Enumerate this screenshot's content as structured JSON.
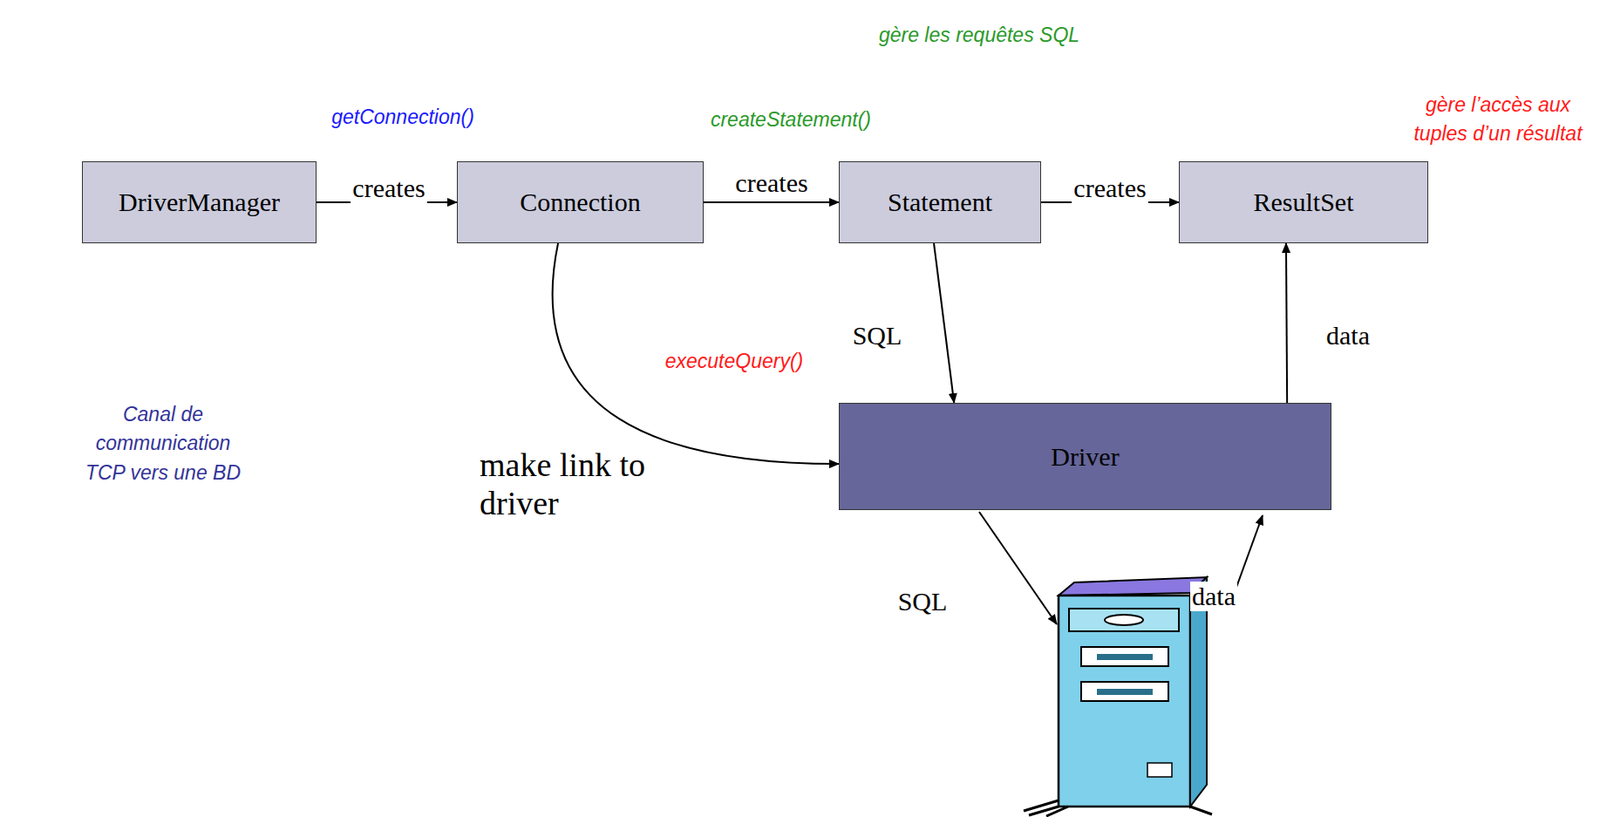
{
  "diagram": {
    "nodes": [
      {
        "text": [
          "DriverManager"
        ]
      },
      {
        "text": [
          "Connection"
        ]
      },
      {
        "text": [
          "Statement"
        ]
      },
      {
        "text": [
          "ResultSet"
        ]
      },
      {
        "text": [
          "Driver"
        ]
      }
    ],
    "edges": [
      {
        "from": 0,
        "to": 1,
        "arrow": "to",
        "label": "creates"
      },
      {
        "from": 1,
        "to": 2,
        "arrow": "to",
        "label": "creates"
      },
      {
        "from": 2,
        "to": 3,
        "arrow": "to",
        "label": "creates"
      },
      {
        "from": 1,
        "to": 4,
        "arrow": "to",
        "label": "make link to driver"
      },
      {
        "from": 2,
        "to": 4,
        "arrow": "to",
        "label": "SQL"
      },
      {
        "from": 4,
        "to": 3,
        "arrow": "to",
        "label": "data"
      }
    ],
    "labels": [
      "gère les requêtes SQL",
      "getConnection()",
      "createStatement()",
      "gère l’accès aux tuples d’un résultat",
      "executeQuery()",
      "Canal de communication TCP vers une BD",
      "SQL",
      "data"
    ]
  }
}
